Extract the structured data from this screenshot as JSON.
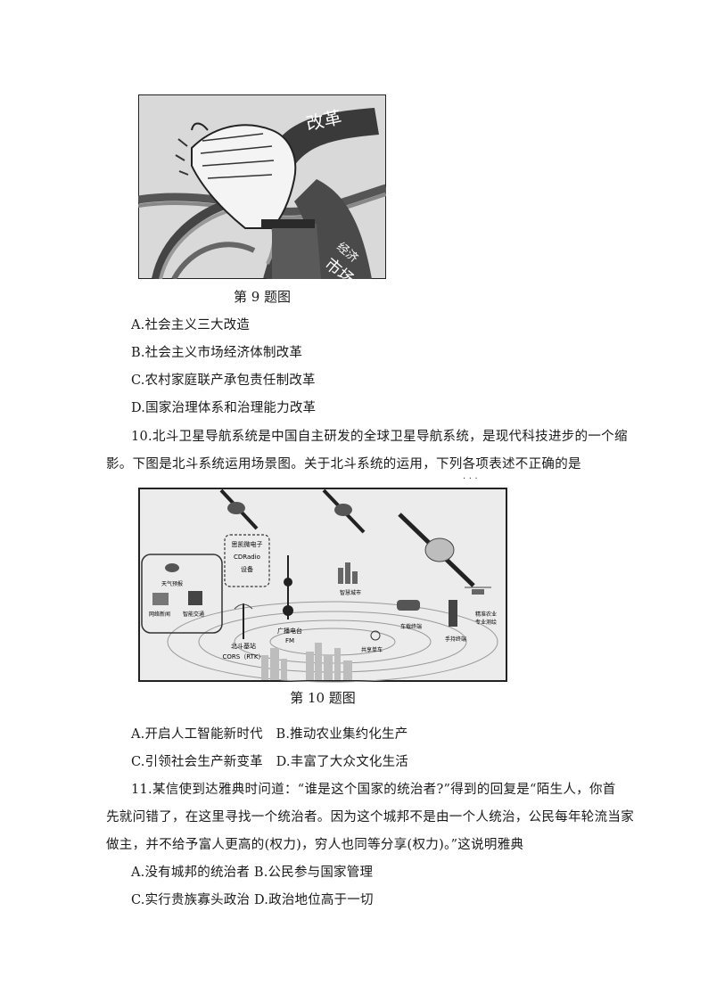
{
  "q9": {
    "banner_text": "改革",
    "sleeve_text_1": "经济",
    "sleeve_text_2": "市场",
    "caption": "第 9 题图",
    "options": [
      "A.社会主义三大改造",
      "B.社会主义市场经济体制改革",
      "C.农村家庭联产承包责任制改革",
      "D.国家治理体系和治理能力改革"
    ]
  },
  "q10": {
    "stem_line1": "10.北斗卫星导航系统是中国自主研发的全球卫星导航系统，是现代科技进步的一个缩",
    "stem_line2": "影。下图是北斗系统运用场景图。关于北斗系统的运用，下列各项表述不正确的是",
    "stem_dots": "· · ·",
    "diagram_labels": {
      "terminal": "思凯微电子",
      "cdradio": "CDRadio",
      "device": "设备",
      "weather": "天气预报",
      "news": "网络新闻",
      "traffic": "智能交通",
      "smart_city": "智慧城市",
      "base_station_1": "北斗基站",
      "base_station_2": "CORS（RTK）",
      "broadcast_1": "广播电台",
      "broadcast_2": "FM",
      "car_terminal": "车载终端",
      "handheld": "手持终端",
      "bike": "共享单车",
      "agri_1": "精准农业",
      "agri_2": "专业测绘"
    },
    "caption": "第 10 题图",
    "options_line1": "A.开启人工智能新时代　B.推动农业集约化生产",
    "options_line2": "C.引领社会生产新变革　D.丰富了大众文化生活"
  },
  "q11": {
    "stem_line1": "11.某信使到达雅典时问道：“谁是这个国家的统治者?”得到的回复是“陌生人，你首",
    "stem_line2": "先就问错了，在这里寻找一个统治者。因为这个城邦不是由一个人统治，公民每年轮流当家",
    "stem_line3": "做主，并不给予富人更高的(权力)，穷人也同等分享(权力)。”这说明雅典",
    "options_line1": "A.没有城邦的统治者 B.公民参与国家管理",
    "options_line2": "C.实行贵族寡头政治 D.政治地位高于一切"
  }
}
